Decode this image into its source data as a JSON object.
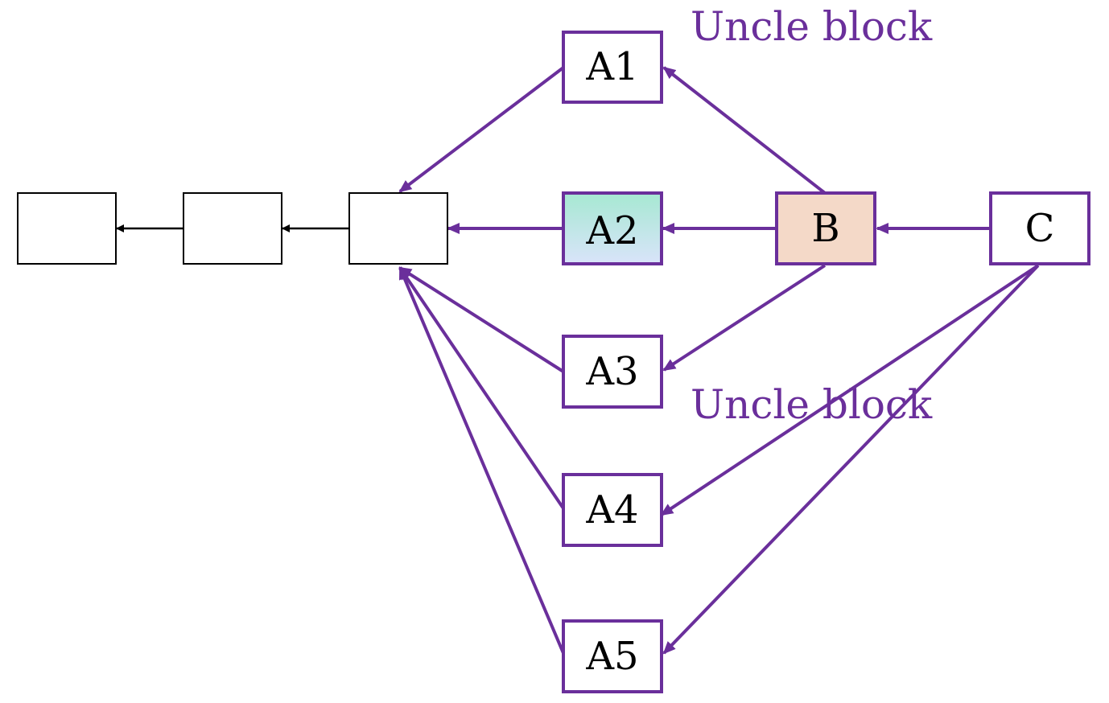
{
  "colors": {
    "purple": "#6a2f9b",
    "black": "#000000",
    "b_fill": "#f4d9c8",
    "a2_grad_top": "#a6e8d2",
    "a2_grad_bottom": "#d9e4fa"
  },
  "blocks": {
    "prev1": "",
    "prev2": "",
    "prev3": "",
    "a1": "A1",
    "a2": "A2",
    "a3": "A3",
    "a4": "A4",
    "a5": "A5",
    "b": "B",
    "c": "C"
  },
  "annotations": {
    "uncle_block_1": "Uncle block",
    "uncle_block_2": "Uncle block"
  }
}
